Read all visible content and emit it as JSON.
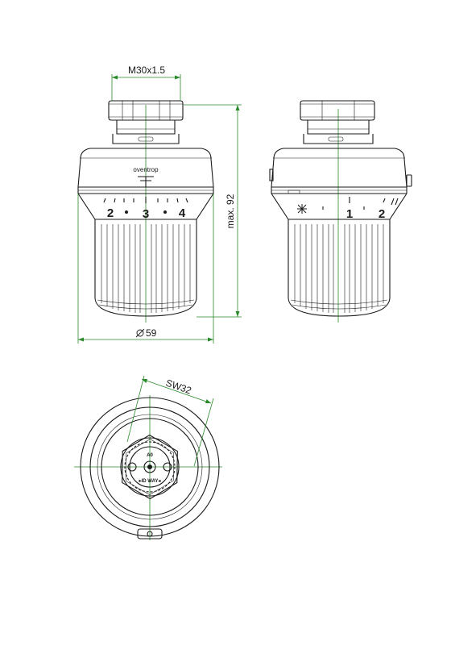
{
  "dimensions": {
    "thread": "M30x1.5",
    "max_height": "max. 92",
    "diameter": "59",
    "wrench_size": "SW32"
  },
  "brand": {
    "name": "oventrop"
  },
  "scale_front": {
    "marks": [
      "2",
      "3",
      "4"
    ]
  },
  "scale_side": {
    "marks": [
      "1",
      "2"
    ]
  },
  "top_view": {
    "label_top": "A0",
    "label_bottom": "▸ID WAY◂"
  },
  "colors": {
    "dimension_lines": "#2a8a2a",
    "outline": "#1a1a1a"
  }
}
